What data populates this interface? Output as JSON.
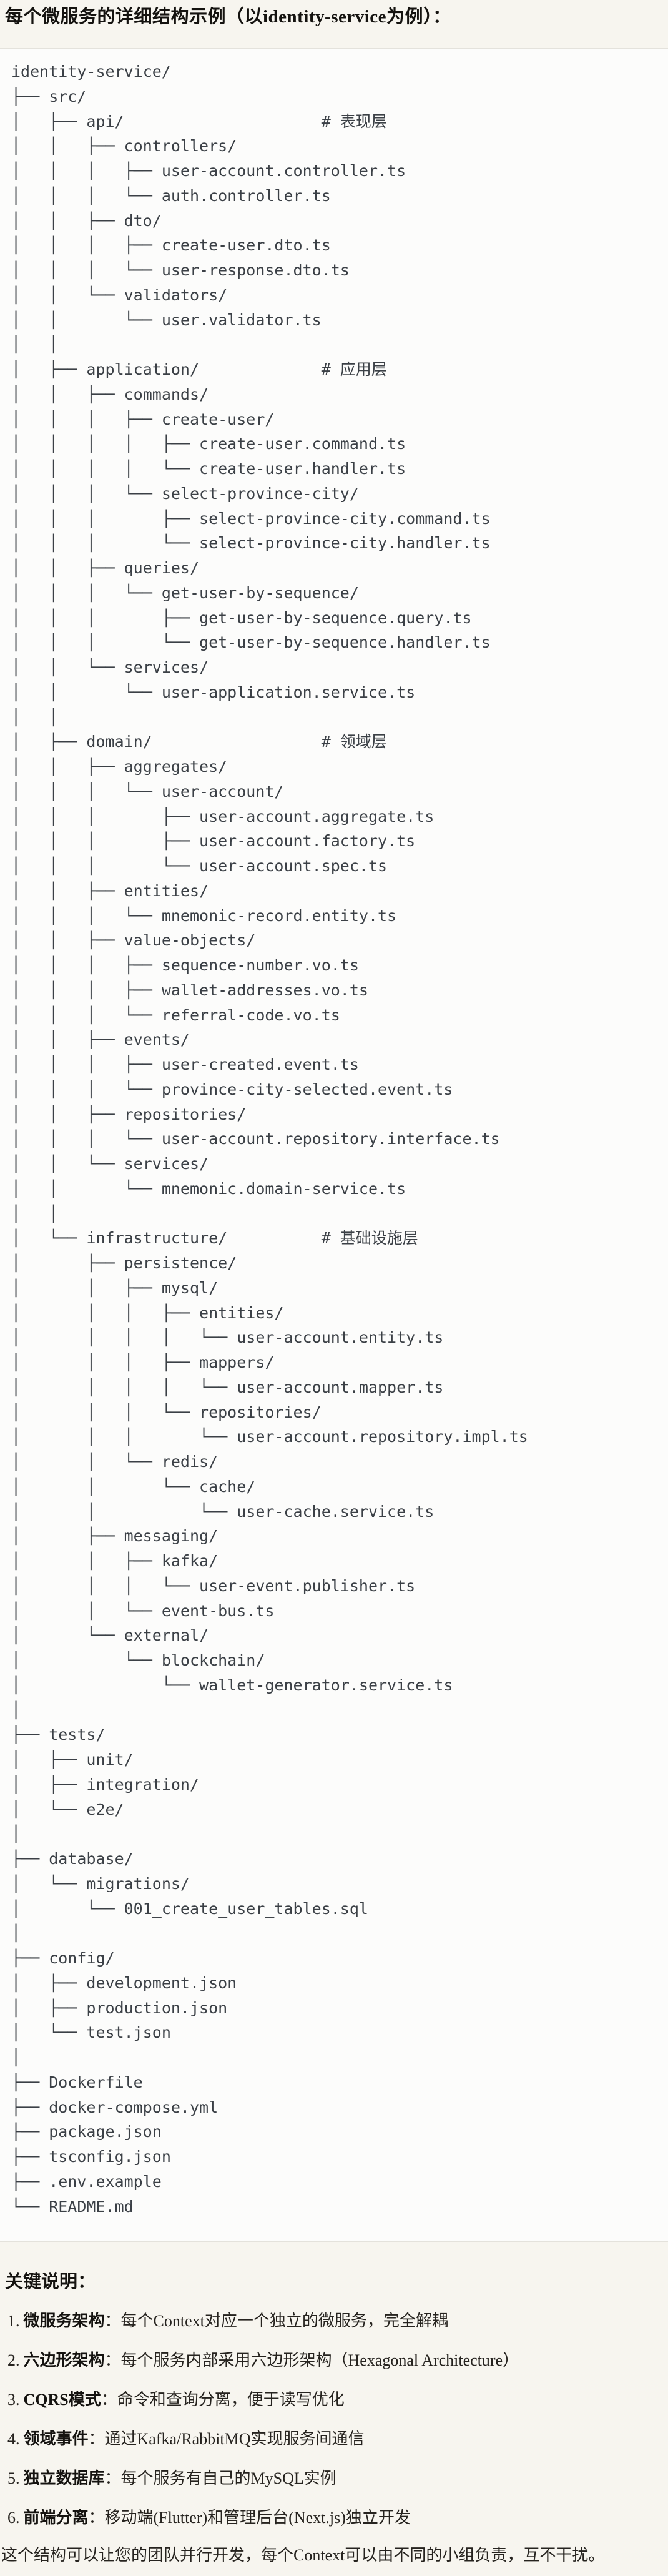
{
  "document": {
    "title": "每个微服务的详细结构示例（以identity-service为例）：",
    "code_block": {
      "lines": [
        "identity-service/",
        "├── src/",
        "│   ├── api/                     # 表现层",
        "│   │   ├── controllers/",
        "│   │   │   ├── user-account.controller.ts",
        "│   │   │   └── auth.controller.ts",
        "│   │   ├── dto/",
        "│   │   │   ├── create-user.dto.ts",
        "│   │   │   └── user-response.dto.ts",
        "│   │   └── validators/",
        "│   │       └── user.validator.ts",
        "│   │",
        "│   ├── application/             # 应用层",
        "│   │   ├── commands/",
        "│   │   │   ├── create-user/",
        "│   │   │   │   ├── create-user.command.ts",
        "│   │   │   │   └── create-user.handler.ts",
        "│   │   │   └── select-province-city/",
        "│   │   │       ├── select-province-city.command.ts",
        "│   │   │       └── select-province-city.handler.ts",
        "│   │   ├── queries/",
        "│   │   │   └── get-user-by-sequence/",
        "│   │   │       ├── get-user-by-sequence.query.ts",
        "│   │   │       └── get-user-by-sequence.handler.ts",
        "│   │   └── services/",
        "│   │       └── user-application.service.ts",
        "│   │",
        "│   ├── domain/                  # 领域层",
        "│   │   ├── aggregates/",
        "│   │   │   └── user-account/",
        "│   │   │       ├── user-account.aggregate.ts",
        "│   │   │       ├── user-account.factory.ts",
        "│   │   │       └── user-account.spec.ts",
        "│   │   ├── entities/",
        "│   │   │   └── mnemonic-record.entity.ts",
        "│   │   ├── value-objects/",
        "│   │   │   ├── sequence-number.vo.ts",
        "│   │   │   ├── wallet-addresses.vo.ts",
        "│   │   │   └── referral-code.vo.ts",
        "│   │   ├── events/",
        "│   │   │   ├── user-created.event.ts",
        "│   │   │   └── province-city-selected.event.ts",
        "│   │   ├── repositories/",
        "│   │   │   └── user-account.repository.interface.ts",
        "│   │   └── services/",
        "│   │       └── mnemonic.domain-service.ts",
        "│   │",
        "│   └── infrastructure/          # 基础设施层",
        "│       ├── persistence/",
        "│       │   ├── mysql/",
        "│       │   │   ├── entities/",
        "│       │   │   │   └── user-account.entity.ts",
        "│       │   │   ├── mappers/",
        "│       │   │   │   └── user-account.mapper.ts",
        "│       │   │   └── repositories/",
        "│       │   │       └── user-account.repository.impl.ts",
        "│       │   └── redis/",
        "│       │       └── cache/",
        "│       │           └── user-cache.service.ts",
        "│       ├── messaging/",
        "│       │   ├── kafka/",
        "│       │   │   └── user-event.publisher.ts",
        "│       │   └── event-bus.ts",
        "│       └── external/",
        "│           └── blockchain/",
        "│               └── wallet-generator.service.ts",
        "│",
        "├── tests/",
        "│   ├── unit/",
        "│   ├── integration/",
        "│   └── e2e/",
        "│",
        "├── database/",
        "│   └── migrations/",
        "│       └── 001_create_user_tables.sql",
        "│",
        "├── config/",
        "│   ├── development.json",
        "│   ├── production.json",
        "│   └── test.json",
        "│",
        "├── Dockerfile",
        "├── docker-compose.yml",
        "├── package.json",
        "├── tsconfig.json",
        "├── .env.example",
        "└── README.md"
      ]
    },
    "notes": {
      "heading": "关键说明：",
      "items": [
        {
          "num": "1.",
          "term": "微服务架构",
          "desc": "：每个Context对应一个独立的微服务，完全解耦"
        },
        {
          "num": "2.",
          "term": "六边形架构",
          "desc": "：每个服务内部采用六边形架构（Hexagonal Architecture）"
        },
        {
          "num": "3.",
          "term": "CQRS模式",
          "desc": "：命令和查询分离，便于读写优化"
        },
        {
          "num": "4.",
          "term": "领域事件",
          "desc": "：通过Kafka/RabbitMQ实现服务间通信"
        },
        {
          "num": "5.",
          "term": "独立数据库",
          "desc": "：每个服务有自己的MySQL实例"
        },
        {
          "num": "6.",
          "term": "前端分离",
          "desc": "：移动端(Flutter)和管理后台(Next.js)独立开发"
        }
      ]
    },
    "footer": "这个结构可以让您的团队并行开发，每个Context可以由不同的小组负责，互不干扰。"
  },
  "colors": {
    "page_bg": "#f7f5ef",
    "code_bg": "#fcfcfb",
    "code_border": "#e4e2dc",
    "heading_text": "#151310",
    "body_text": "#26231f",
    "tree_text": "#3b4046"
  }
}
